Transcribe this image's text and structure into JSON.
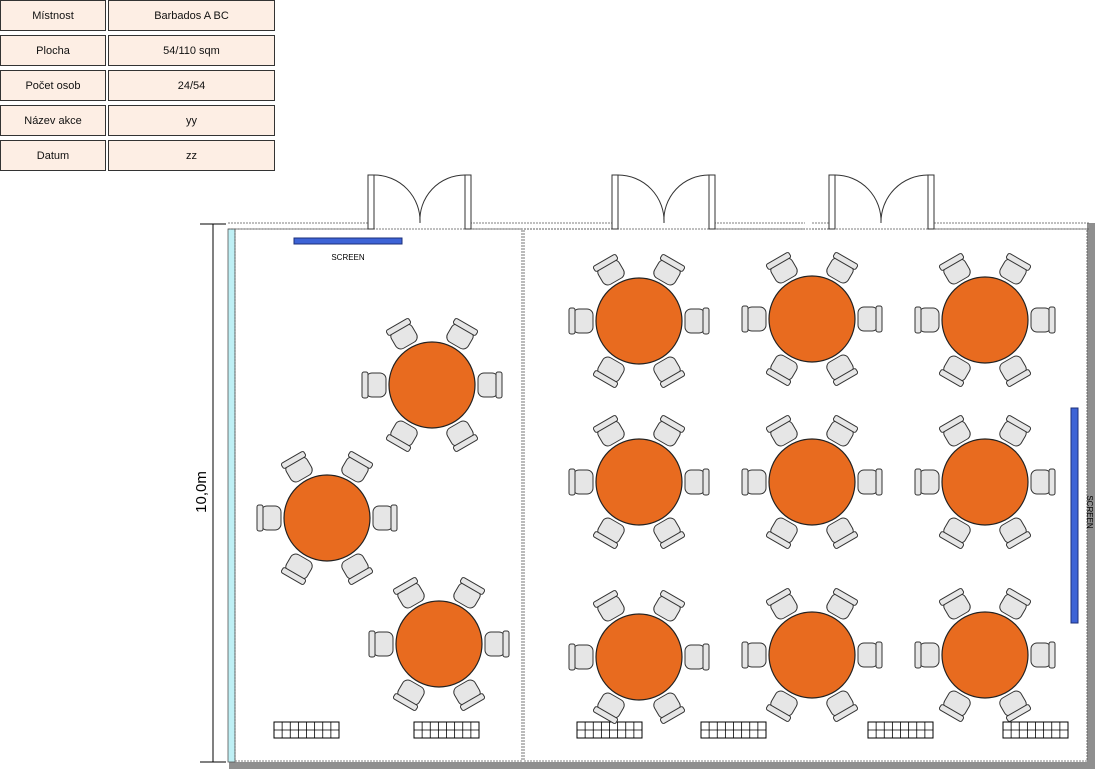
{
  "info_table": [
    {
      "label": "Místnost",
      "value": "Barbados A BC"
    },
    {
      "label": "Plocha",
      "value": "54/110 sqm"
    },
    {
      "label": "Počet osob",
      "value": "24/54"
    },
    {
      "label": "Název akce",
      "value": "yy"
    },
    {
      "label": "Datum",
      "value": "zz"
    }
  ],
  "plan": {
    "dimension_label": "10,0m",
    "screen_label_top": "SCREEN",
    "screen_label_side": "SCREEN",
    "table_color": "#e86b1f",
    "chair_color": "#e6e6e6",
    "screen_color": "#3d63d6",
    "wall_color": "#8f8f8f",
    "glass_color": "#bff0f5"
  }
}
